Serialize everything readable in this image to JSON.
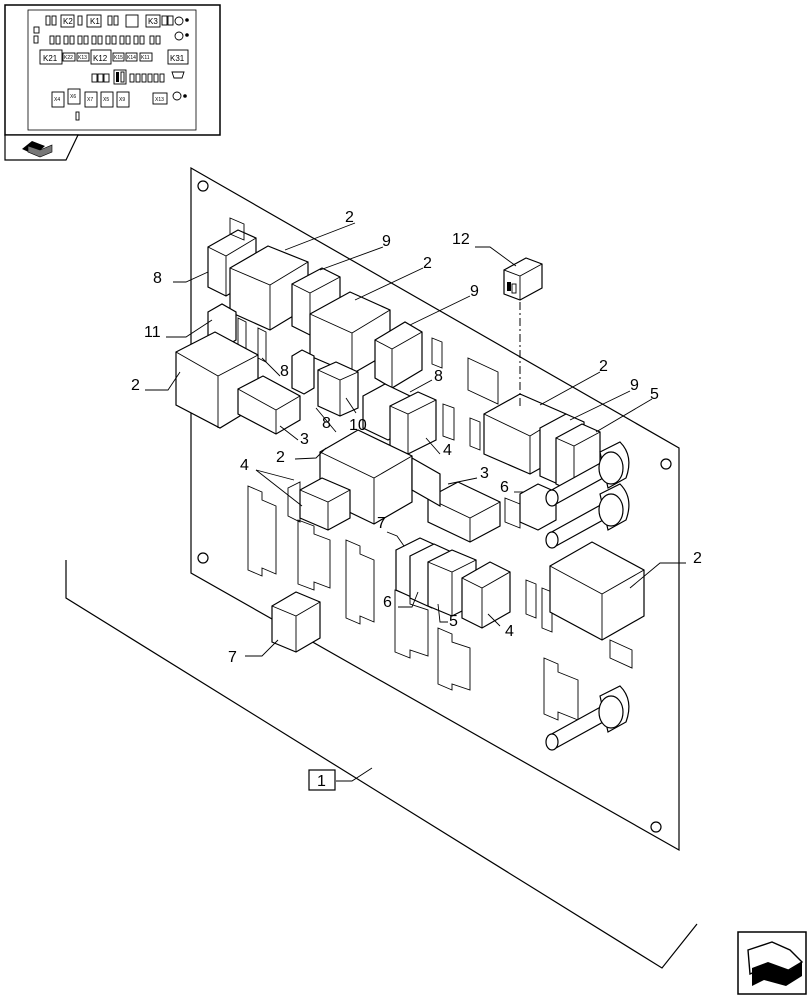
{
  "inset": {
    "relay_labels": [
      "K2",
      "K1",
      "K3",
      "K21",
      "K22",
      "K13",
      "K12",
      "K15",
      "K14",
      "K11",
      "K31"
    ],
    "slot_labels": [
      "X4",
      "X6",
      "X7",
      "X5",
      "X9",
      "X13"
    ]
  },
  "callouts": {
    "c1": "1",
    "c2a": "2",
    "c2b": "2",
    "c2c": "2",
    "c2d": "2",
    "c2e": "2",
    "c2f": "2",
    "c3a": "3",
    "c3b": "3",
    "c4a": "4",
    "c4b": "4",
    "c4c": "4",
    "c5a": "5",
    "c5b": "5",
    "c6a": "6",
    "c6b": "6",
    "c7a": "7",
    "c7b": "7",
    "c8a": "8",
    "c8b": "8",
    "c8c": "8",
    "c8d": "8",
    "c9a": "9",
    "c9b": "9",
    "c9c": "9",
    "c10": "10",
    "c11": "11",
    "c12": "12"
  },
  "icons": {
    "inset_nav": "part-group-icon",
    "next_page": "next-page-arrow-icon"
  }
}
